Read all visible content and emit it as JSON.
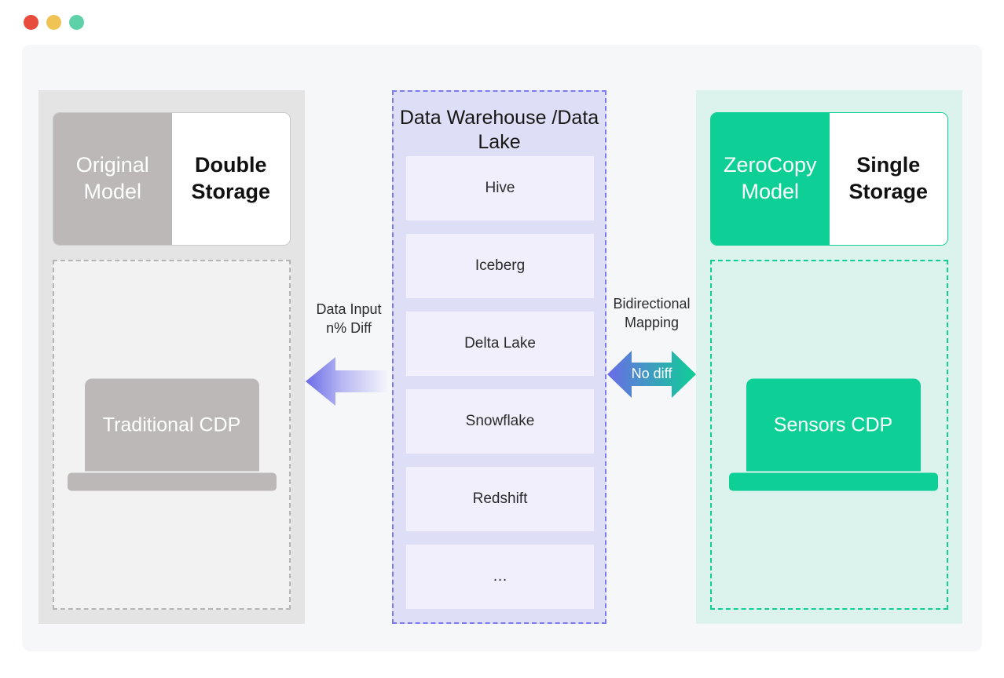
{
  "window": {
    "traffic_lights": [
      {
        "name": "close",
        "color": "#E84C3D"
      },
      {
        "name": "minimize",
        "color": "#F0C355"
      },
      {
        "name": "zoom",
        "color": "#5ED1A8"
      }
    ]
  },
  "left_panel": {
    "model_title": "Original\nModel",
    "storage_title": "Double\nStorage",
    "product": "Traditional\nCDP",
    "accent_color": "#BCB8B8"
  },
  "center_panel": {
    "title": "Data Warehouse\n/Data Lake",
    "items": [
      {
        "label": "Hive"
      },
      {
        "label": "Iceberg"
      },
      {
        "label": "Delta Lake"
      },
      {
        "label": "Snowflake"
      },
      {
        "label": "Redshift"
      },
      {
        "label": "…"
      }
    ],
    "accent_color": "#7B7BEE"
  },
  "right_panel": {
    "model_title": "ZeroCopy\nModel",
    "storage_title": "Single\nStorage",
    "product": "Sensors CDP",
    "accent_color": "#0ECF96"
  },
  "connectors": {
    "left": {
      "label": "Data Input\nn% Diff",
      "arrow": "arrow-left",
      "gradient_from": "#6B6BE8",
      "gradient_to": "#F6F7F9"
    },
    "right": {
      "label": "Bidirectional\nMapping",
      "arrow": "arrow-bidirectional",
      "badge": "No diff",
      "gradient_from": "#6B6BE8",
      "gradient_to": "#0ECF96"
    }
  }
}
